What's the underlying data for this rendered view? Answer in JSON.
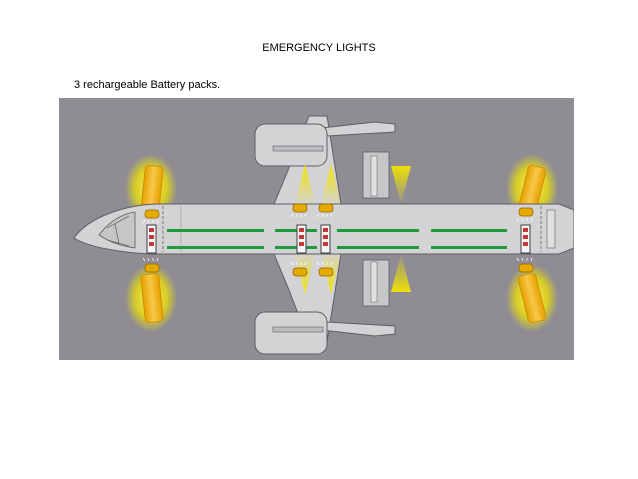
{
  "page": {
    "title": "EMERGENCY LIGHTS",
    "subtitle": "3 rechargeable Battery packs."
  },
  "figure": {
    "battery_pack_count": 3,
    "colors": {
      "background": "#8f8d93",
      "fuselage": "#d3d3d5",
      "outline": "#5e5e62",
      "light_beam": "#f2e400",
      "light_unit": "#e6a900",
      "strip_light": "#1f9a3a",
      "battery_pack": "#f4f4f6",
      "battery_cell": "#c23a3a"
    },
    "icons": [
      "airplane-icon",
      "emergency-light-icon",
      "battery-pack-icon",
      "floor-path-light-icon"
    ]
  }
}
